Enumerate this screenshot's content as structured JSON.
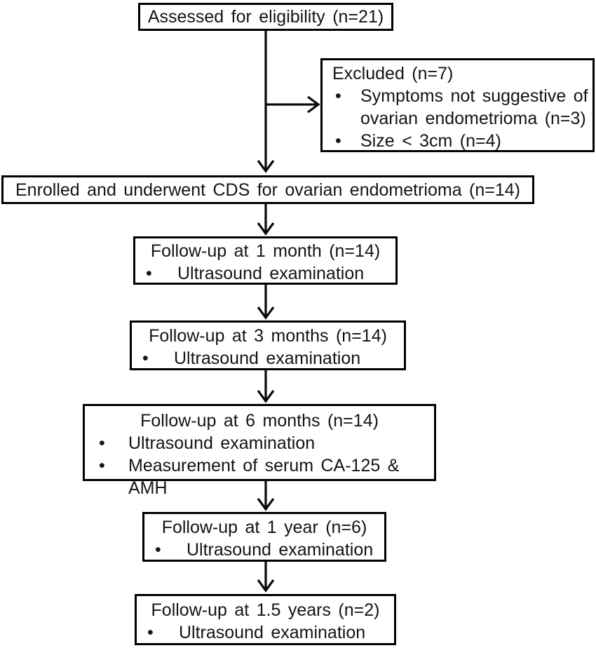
{
  "flowchart": {
    "colors": {
      "border": "#000000",
      "background": "#ffffff",
      "text": "#141414"
    },
    "boxes": {
      "assessed": {
        "title": "Assessed for eligibility (n=21)"
      },
      "excluded": {
        "title": "Excluded (n=7)",
        "bullets": [
          "Symptoms not suggestive of ovarian endometrioma (n=3)",
          "Size < 3cm (n=4)"
        ]
      },
      "enrolled": {
        "title": "Enrolled and underwent CDS for ovarian endometrioma (n=14)"
      },
      "followup_1_month": {
        "title": "Follow-up at 1 month (n=14)",
        "bullets": [
          "Ultrasound examination"
        ]
      },
      "followup_3_months": {
        "title": "Follow-up at 3 months (n=14)",
        "bullets": [
          "Ultrasound examination"
        ]
      },
      "followup_6_months": {
        "title": "Follow-up at 6 months (n=14)",
        "bullets": [
          "Ultrasound examination",
          "Measurement of serum CA-125 & AMH"
        ]
      },
      "followup_1_year": {
        "title": "Follow-up at 1 year (n=6)",
        "bullets": [
          "Ultrasound examination"
        ]
      },
      "followup_1_5_years": {
        "title": "Follow-up at 1.5 years (n=2)",
        "bullets": [
          "Ultrasound examination"
        ]
      }
    }
  }
}
